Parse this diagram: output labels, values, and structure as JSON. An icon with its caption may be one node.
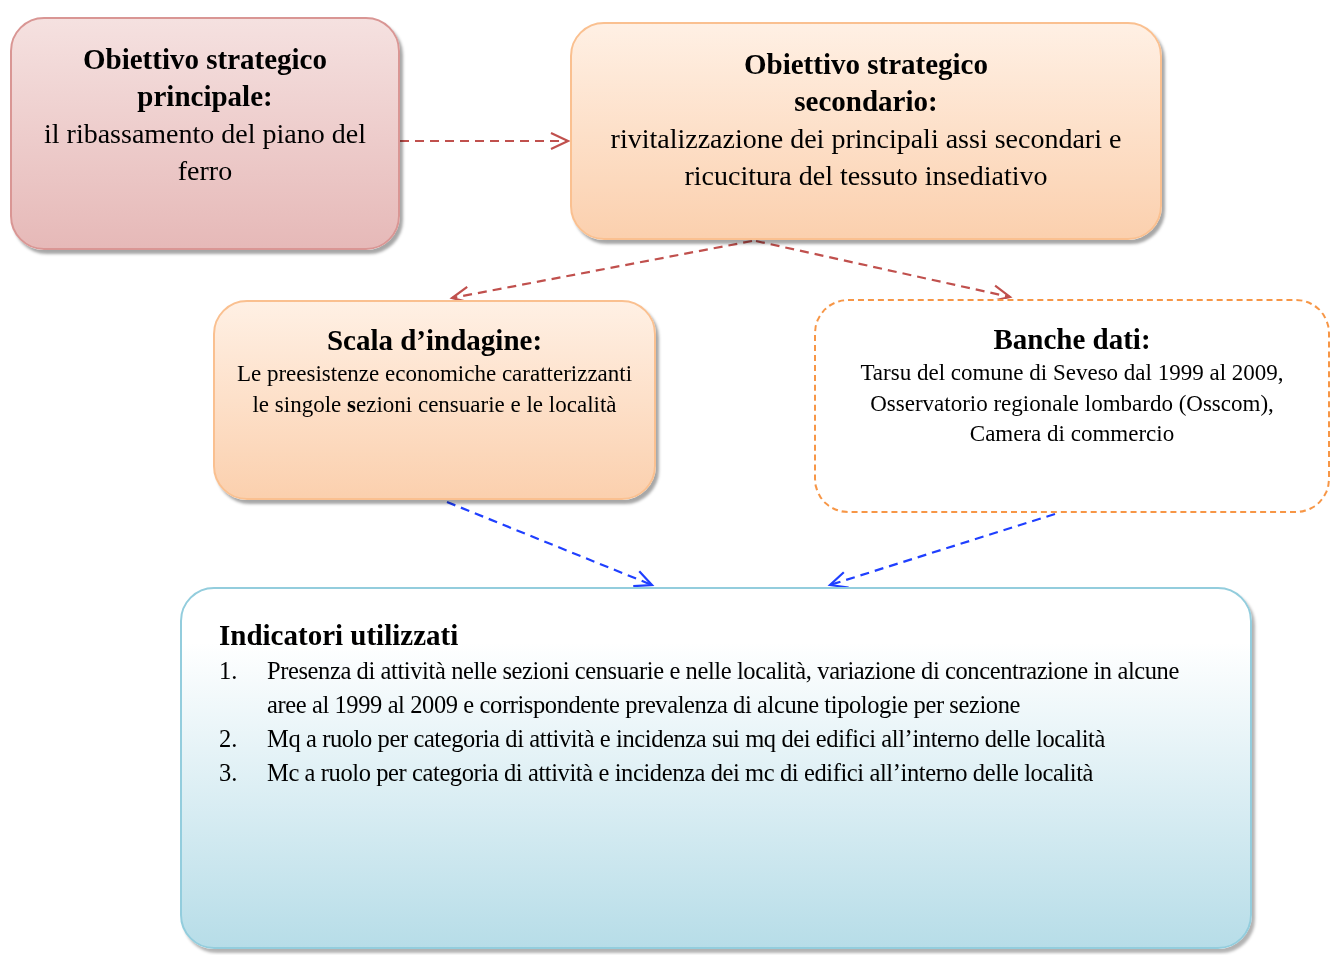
{
  "diagram": {
    "nodes": [
      {
        "text": [
          "Obiettivo strategico principale:",
          "il ribassamento del piano del ferro"
        ]
      },
      {
        "text": [
          "Obiettivo strategico secondario:",
          "rivitalizzazione dei principali assi secondari e ricucitura del tessuto insediativo"
        ]
      },
      {
        "text": [
          "Scala d’indagine:",
          "Le preesistenze economiche caratterizzanti le singole **s**ezioni censuarie e le località"
        ]
      },
      {
        "text": [
          "**Banche dati**:",
          "Tarsu del comune di Seveso dal 1999 al 2009, Osservatorio regionale lombardo (Osscom), Camera di commercio"
        ]
      },
      {
        "text": [
          "Indicatori utilizzati",
          "1.",
          "Presenza di attività nelle sezioni censuarie e nelle località, variazione di concentrazione in alcune aree al 1999 al 2009 e corrispondente prevalenza di alcune tipologie per sezione",
          "2.",
          "Mq a ruolo per categoria di attività e incidenza sui mq dei edifici all’interno delle località",
          "3.",
          "Mc a ruolo per categoria di attività e incidenza dei mc di edifici all’interno delle località"
        ]
      }
    ],
    "edges": [
      {
        "from": 0,
        "to": 1,
        "arrow": "to",
        "style": "dashed"
      },
      {
        "from": 1,
        "to": 2,
        "arrow": "to",
        "style": "dashed"
      },
      {
        "from": 1,
        "to": 3,
        "arrow": "to",
        "style": "dashed"
      },
      {
        "from": 2,
        "to": 4,
        "arrow": "to",
        "style": "dashed",
        "color": "#1f3fff"
      },
      {
        "from": 3,
        "to": 4,
        "arrow": "to",
        "style": "dashed",
        "color": "#1f3fff"
      }
    ]
  }
}
